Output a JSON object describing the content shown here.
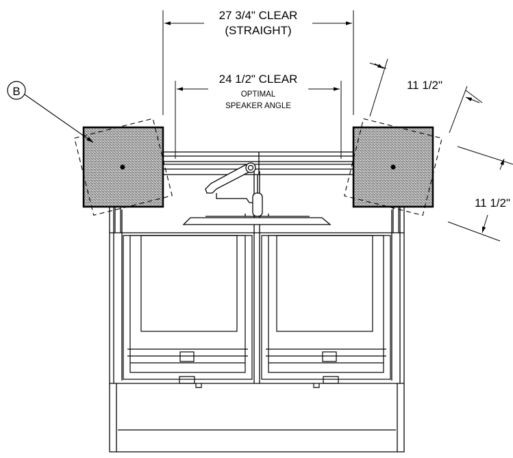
{
  "callout": {
    "label": "B"
  },
  "dimensions": {
    "straight_clear": {
      "value": "27 3/4\" CLEAR",
      "note": "(STRAIGHT)"
    },
    "optimal_clear": {
      "value": "24 1/2\" CLEAR",
      "note_line1": "OPTIMAL",
      "note_line2": "SPEAKER ANGLE"
    },
    "speaker_depth": {
      "value": "11 1/2\""
    },
    "speaker_width": {
      "value": "11 1/2\""
    }
  },
  "colors": {
    "line": "#000000",
    "speaker_fill": "#9a9a9a",
    "background": "#ffffff"
  },
  "speakers": [
    "left-speaker",
    "right-speaker"
  ]
}
